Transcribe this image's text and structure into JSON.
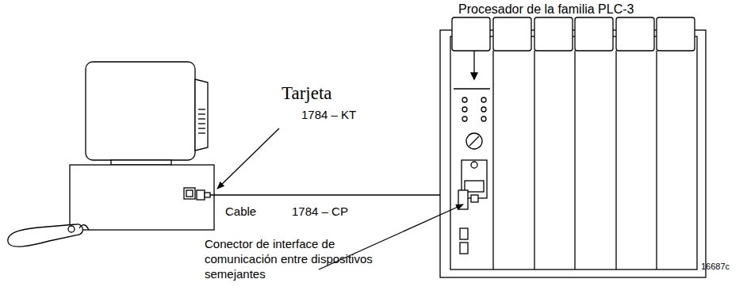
{
  "diagram": {
    "labels": [
      "Procesador de la familia PLC-3",
      "Tarjeta",
      "1784 – KT",
      "Cable",
      "1784 – CP",
      "Conector de interface de comunicación entre dispositivos semejantes",
      "16687c"
    ]
  }
}
